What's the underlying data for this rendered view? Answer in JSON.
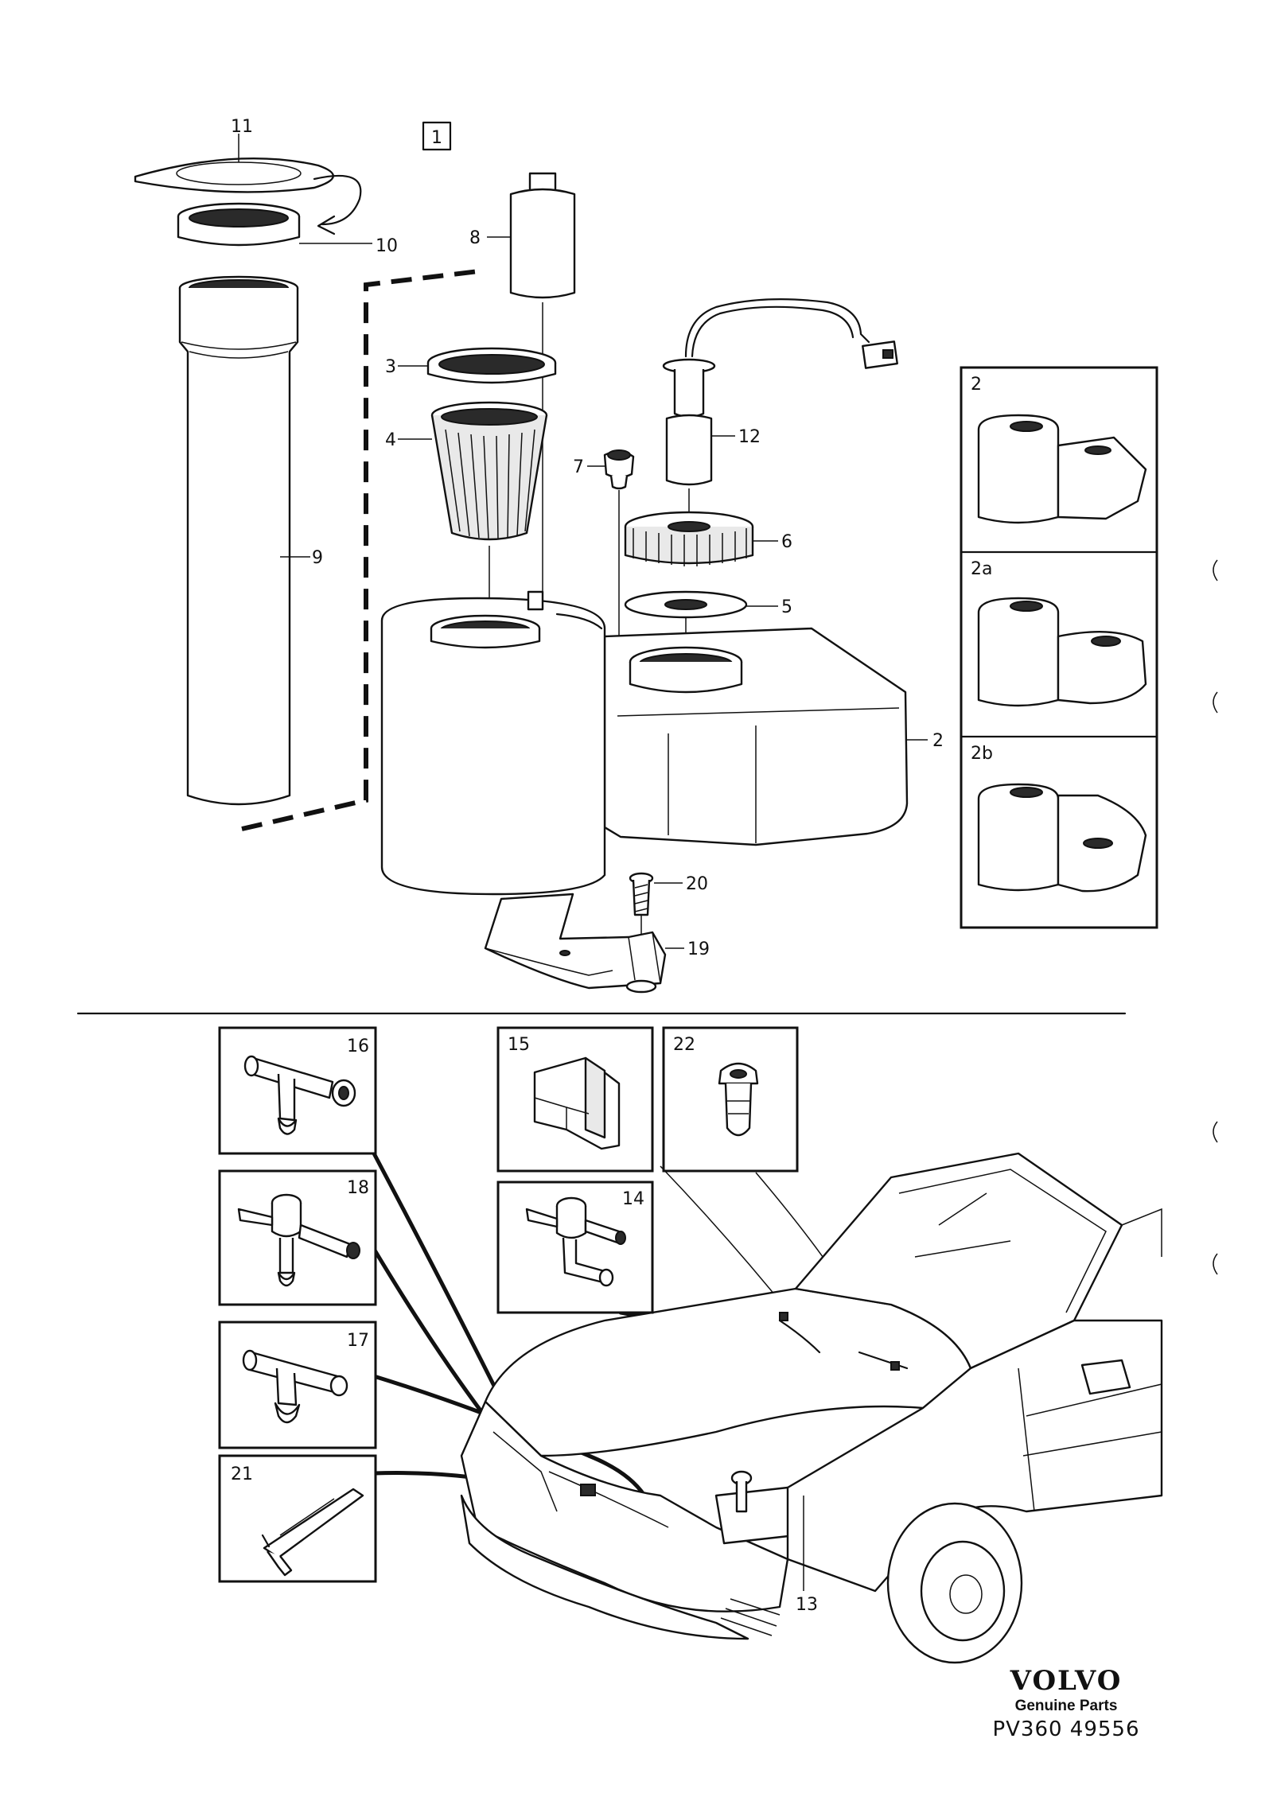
{
  "diagram_ref": "1",
  "callouts": {
    "c2": "2",
    "c3": "3",
    "c4": "4",
    "c5": "5",
    "c6": "6",
    "c7": "7",
    "c8": "8",
    "c9": "9",
    "c10": "10",
    "c11": "11",
    "c12": "12",
    "c13": "13",
    "c19": "19",
    "c20": "20"
  },
  "variant_panels": [
    "2",
    "2a",
    "2b"
  ],
  "detail_boxes": {
    "b16": "16",
    "b18": "18",
    "b17": "17",
    "b21": "21",
    "b15": "15",
    "b14": "14",
    "b22": "22"
  },
  "brand": {
    "name": "VOLVO",
    "tagline": "Genuine Parts",
    "code": "PV360 49556"
  }
}
